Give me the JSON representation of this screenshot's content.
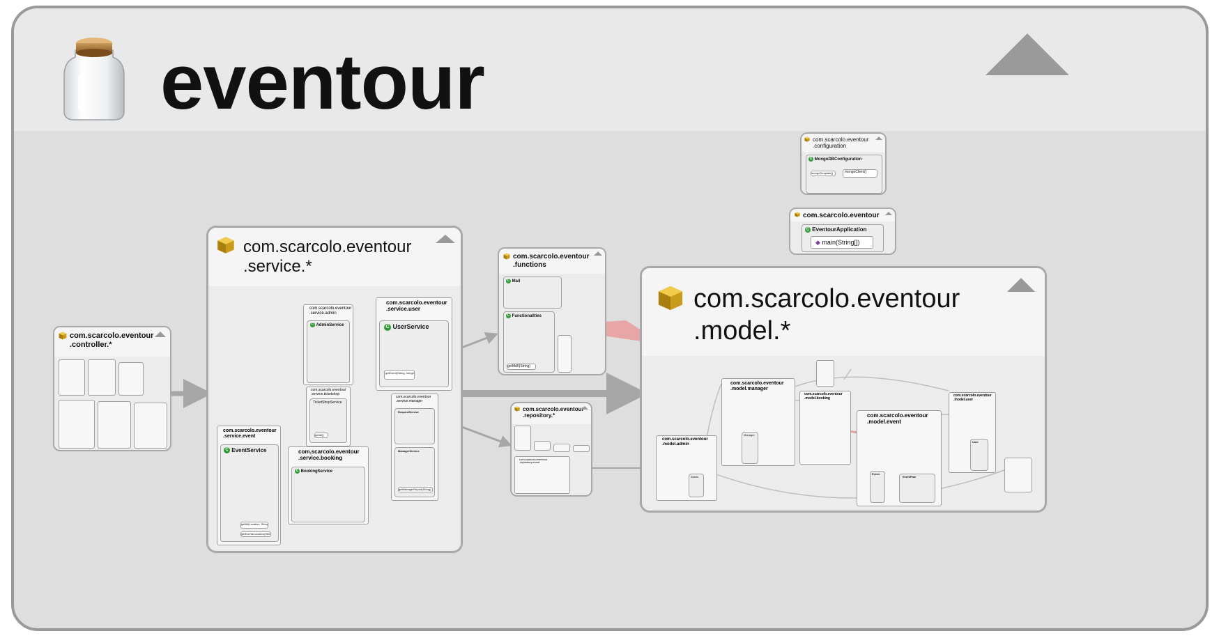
{
  "project": {
    "title": "eventour",
    "icon": "jar-icon"
  },
  "packages": {
    "controller": {
      "line1": "com.scarcolo.eventour",
      "line2": ".controller.*"
    },
    "service": {
      "line1": "com.scarcolo.eventour",
      "line2": ".service.*"
    },
    "functions": {
      "line1": "com.scarcolo.eventour",
      "line2": ".functions"
    },
    "repository": {
      "line1": "com.scarcolo.eventour",
      "line2": ".repository.*"
    },
    "model": {
      "line1": "com.scarcolo.eventour",
      "line2": ".model.*"
    },
    "configuration": {
      "line1": "com.scarcolo.eventour",
      "line2": ".configuration"
    },
    "root": {
      "line1": "com.scarcolo.eventour"
    }
  },
  "service_sub": {
    "admin": {
      "line1": "com.scarcolo.eventour",
      "line2": ".service.admin",
      "class": "AdminService"
    },
    "user": {
      "line1": "com.scarcolo.eventour",
      "line2": ".service.user",
      "class": "UserService",
      "method": "getEvent(String, Integer, Integer)"
    },
    "ticketshop": {
      "line1": "com.scarcolo.eventour",
      "line2": ".service.ticketshop",
      "class": "TicketShopService",
      "method": "getAll()"
    },
    "manager": {
      "line1": "com.scarcolo.eventour",
      "line2": ".service.manager",
      "class1": "RequestService",
      "class2": "ManagerService",
      "method": "getManagerReport(String)"
    },
    "event": {
      "line1": "com.scarcolo.eventour",
      "line2": ".service.event",
      "class": "EventService",
      "method1": "getAll(Location, String)",
      "method2": "getEventsLocation(String)"
    },
    "booking": {
      "line1": "com.scarcolo.eventour",
      "line2": ".service.booking",
      "class": "BookingService"
    }
  },
  "functions_sub": {
    "class1": "Mail",
    "class2": "Functionalities",
    "method": "getMd5(String)"
  },
  "repository_sub": {
    "line1": "com.scarcolo.eventour",
    "line2": ".repository.event"
  },
  "model_sub": {
    "manager": {
      "line1": "com.scarcolo.eventour",
      "line2": ".model.manager",
      "class": "Manager"
    },
    "admin": {
      "line1": "com.scarcolo.eventour",
      "line2": ".model.admin",
      "class": "Admin"
    },
    "booking": {
      "line1": "com.scarcolo.eventour",
      "line2": ".model.booking"
    },
    "event": {
      "line1": "com.scarcolo.eventour",
      "line2": ".model.event",
      "class1": "Event",
      "class2": "EventPlan"
    },
    "user": {
      "line1": "com.scarcolo.eventour",
      "line2": ".model.user",
      "class": "User"
    }
  },
  "configuration_sub": {
    "class": "MongoDBConfiguration",
    "method1": "mongoTemplate()",
    "method2": "mongoClient()"
  },
  "root_sub": {
    "class": "EventourApplication",
    "method": "main(String[])"
  },
  "colors": {
    "accent_dependency": "#e07b7b",
    "edge": "#a6a6a6",
    "class_icon": "#2f9a34"
  }
}
